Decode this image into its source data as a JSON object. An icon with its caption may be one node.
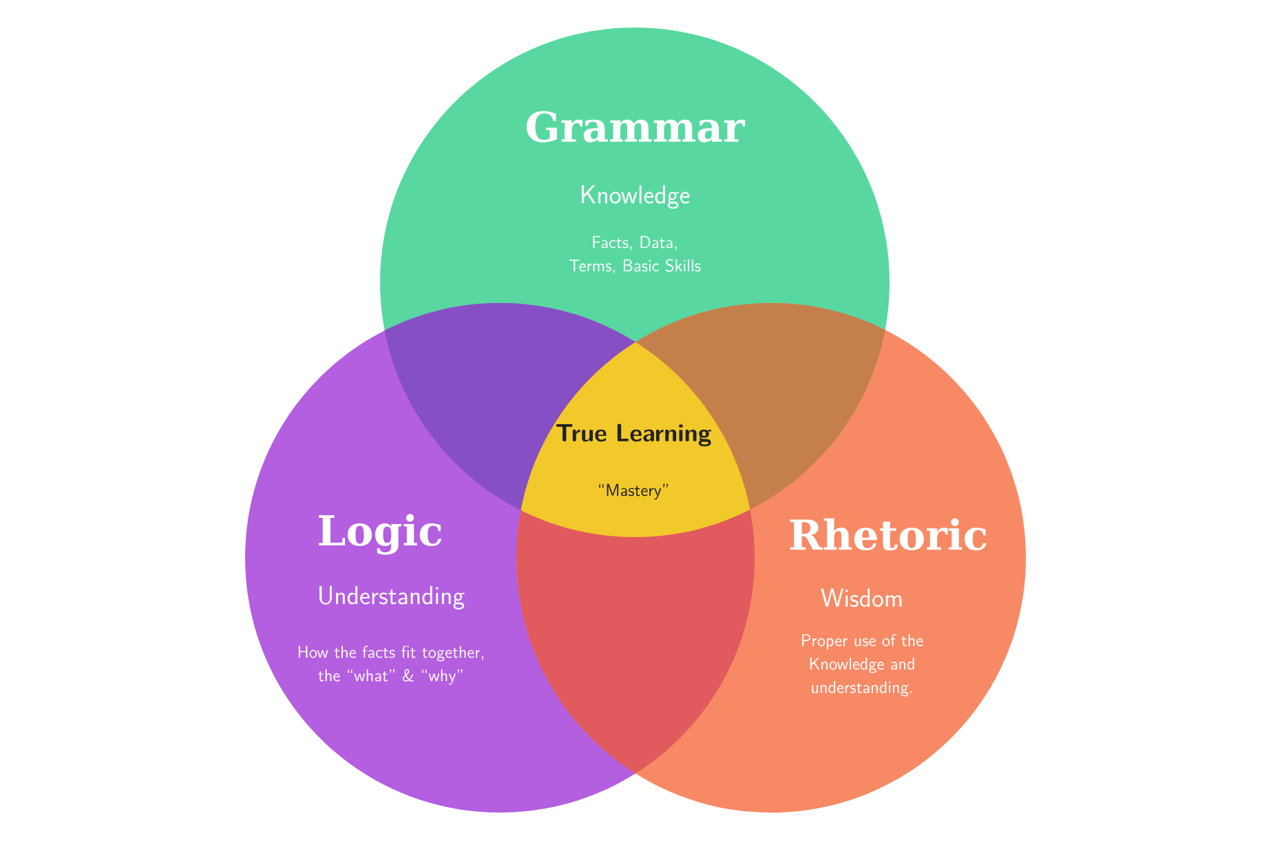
{
  "diagram": {
    "nodes": [
      {
        "text": [
          "Grammar",
          "Knowledge",
          "Facts, Data, Terms, Basic Skills"
        ]
      },
      {
        "text": [
          "Logic",
          "Understanding",
          "How the facts fit together, the “what” & “why”"
        ]
      },
      {
        "text": [
          "Rhetoric",
          "Wisdom",
          "Proper use of the Knowledge and understanding."
        ]
      },
      {
        "text": [
          "True Learning",
          "“Mastery”"
        ]
      }
    ]
  }
}
